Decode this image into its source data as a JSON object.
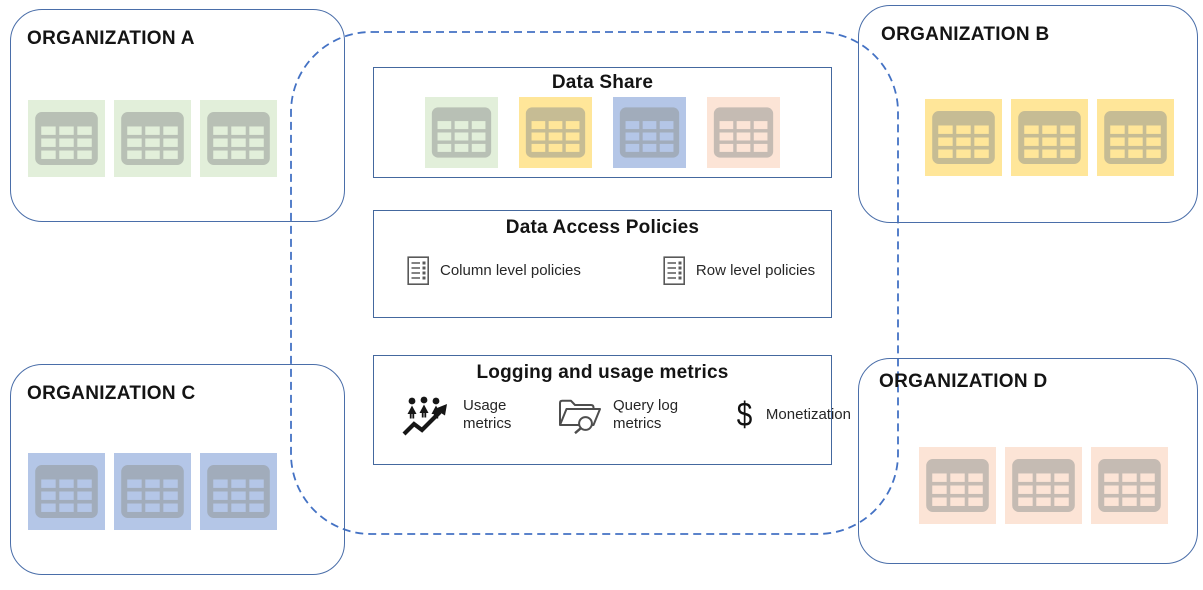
{
  "orgs": [
    {
      "id": "a",
      "title": "ORGANIZATION A",
      "tile_color": "#e2efda",
      "tile_count": 3
    },
    {
      "id": "b",
      "title": "ORGANIZATION B",
      "tile_color": "#ffe699",
      "tile_count": 3
    },
    {
      "id": "c",
      "title": "ORGANIZATION C",
      "tile_color": "#b4c6e7",
      "tile_count": 3
    },
    {
      "id": "d",
      "title": "ORGANIZATION D",
      "tile_color": "#fce4d6",
      "tile_count": 3
    }
  ],
  "data_share": {
    "title": "Data Share",
    "tile_colors": [
      "#e2efda",
      "#ffe699",
      "#b4c6e7",
      "#fce4d6"
    ]
  },
  "data_access": {
    "title": "Data Access Policies",
    "items": [
      {
        "icon": "checklist-icon",
        "label": "Column level policies"
      },
      {
        "icon": "checklist-icon",
        "label": "Row level policies"
      }
    ]
  },
  "logging": {
    "title": "Logging and usage metrics",
    "items": [
      {
        "icon": "usage-metrics-icon",
        "label": "Usage metrics"
      },
      {
        "icon": "query-log-icon",
        "label": "Query log metrics"
      },
      {
        "icon": "monetization-icon",
        "label": "Monetization",
        "symbol": "$"
      }
    ]
  },
  "colors": {
    "org_border": "#4a6ea9",
    "center_box_border": "#44689e",
    "dashed_boundary": "#4472c4",
    "table_glyph": "#8e9290"
  }
}
